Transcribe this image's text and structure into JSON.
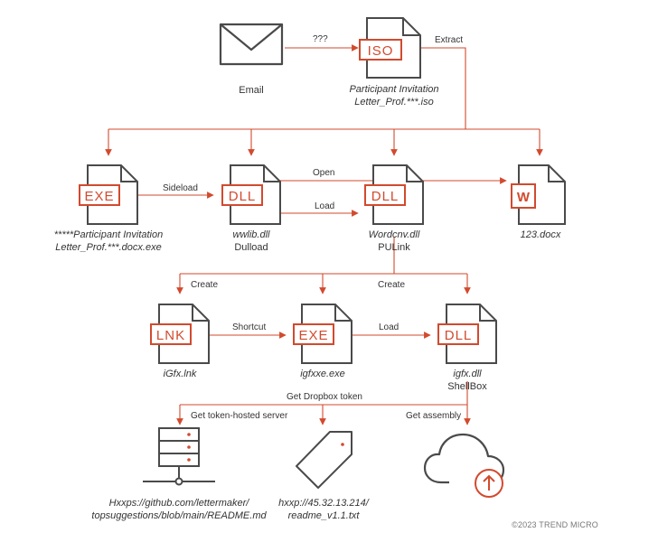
{
  "colors": {
    "accent": "#d24a2e",
    "stroke": "#4a4a4a",
    "text": "#333333",
    "footer": "#777777"
  },
  "nodes": {
    "email": {
      "icon": "envelope-icon",
      "caption": "Email"
    },
    "iso": {
      "icon": "iso-file-icon",
      "badge": "ISO",
      "caption_line1": "Participant Invitation",
      "caption_line2": "Letter_Prof.***.iso"
    },
    "exe_loader": {
      "icon": "exe-file-icon",
      "badge": "EXE",
      "caption_line1": "*****Participant Invitation",
      "caption_line2": "Letter_Prof.***.docx.exe"
    },
    "wwlib": {
      "icon": "dll-file-icon",
      "badge": "DLL",
      "caption_line1": "wwlib.dll",
      "caption_line2": "Dulload"
    },
    "wordcnv": {
      "icon": "dll-file-icon",
      "badge": "DLL",
      "caption_line1": "Wordcnv.dll",
      "caption_line2": "PULink"
    },
    "docx": {
      "icon": "word-document-icon",
      "badge": "W",
      "caption": "123.docx"
    },
    "lnk": {
      "icon": "lnk-file-icon",
      "badge": "LNK",
      "caption": "iGfx.lnk"
    },
    "igfxxe": {
      "icon": "exe-file-icon",
      "badge": "EXE",
      "caption": "igfxxe.exe"
    },
    "igfx": {
      "icon": "dll-file-icon",
      "badge": "DLL",
      "caption_line1": "igfx.dll",
      "caption_line2": "ShellBox"
    },
    "server": {
      "icon": "server-icon",
      "caption_line1": "Hxxps://github.com/lettermaker/",
      "caption_line2": "topsuggestions/blob/main/README.md"
    },
    "tag": {
      "icon": "tag-icon",
      "caption_line1": "hxxp://45.32.13.214/",
      "caption_line2": "readme_v1.1.txt"
    },
    "cloud": {
      "icon": "cloud-upload-icon"
    }
  },
  "edges": {
    "email_to_iso": "???",
    "iso_extract": "Extract",
    "sideload": "Sideload",
    "open": "Open",
    "load_wordcnv": "Load",
    "create_left": "Create",
    "create_right": "Create",
    "shortcut": "Shortcut",
    "load_igfx": "Load",
    "get_dropbox_token": "Get Dropbox token",
    "get_token_server": "Get token-hosted server",
    "get_assembly": "Get assembly"
  },
  "footer": "©2023 TREND MICRO"
}
